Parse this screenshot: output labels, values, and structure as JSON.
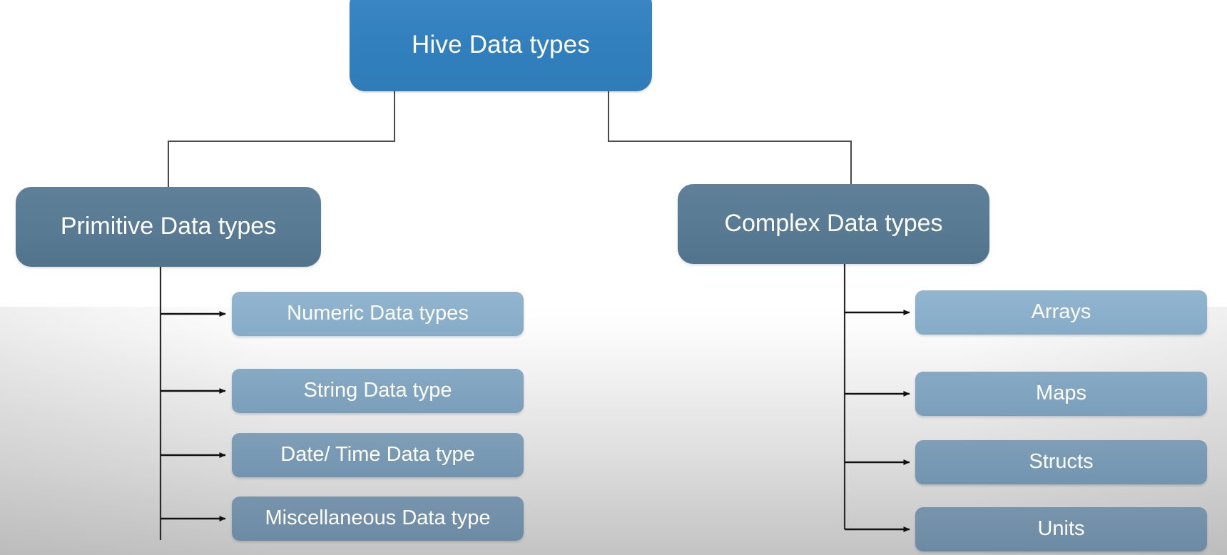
{
  "diagram": {
    "title": "Hive Data types",
    "type": "hierarchy-tree",
    "root": {
      "label": "Hive Data types",
      "color": "#3180bd"
    },
    "branches": [
      {
        "id": "primitive",
        "label": "Primitive Data types",
        "color": "#587a93",
        "children": [
          {
            "label": "Numeric Data types",
            "color": "#8bb0cb"
          },
          {
            "label": "String Data type",
            "color": "#80a4bf"
          },
          {
            "label": "Date/ Time Data type",
            "color": "#7899b3"
          },
          {
            "label": "Miscellaneous Data type",
            "color": "#718fa8"
          }
        ]
      },
      {
        "id": "complex",
        "label": "Complex Data types",
        "color": "#587a93",
        "children": [
          {
            "label": "Arrays",
            "color": "#8bb0cb"
          },
          {
            "label": "Maps",
            "color": "#80a4bf"
          },
          {
            "label": "Structs",
            "color": "#7899b3"
          },
          {
            "label": "Units",
            "color": "#718fa8"
          }
        ]
      }
    ],
    "connector_color": "#4d4d4d",
    "background": {
      "top_color": "#ffffff",
      "bottom_color": "#c3c3c3"
    }
  }
}
